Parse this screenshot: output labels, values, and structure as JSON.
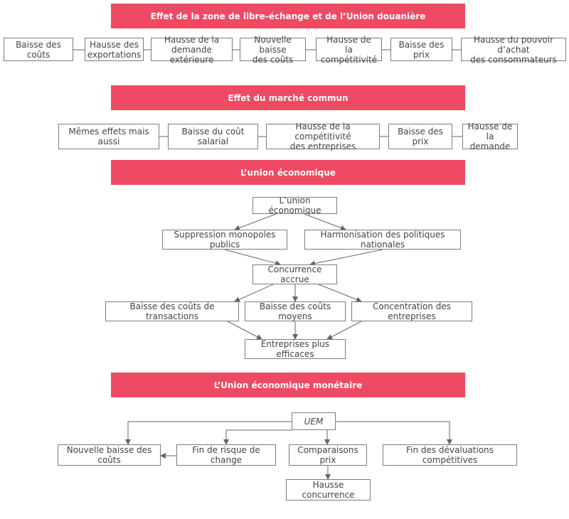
{
  "sections": [
    {
      "title": "Effet de la zone de libre-échange et de l’Union douanière",
      "nodes": [
        "Baisse des coûts",
        "Hausse des\nexportations",
        "Hausse de la\ndemande extérieure",
        "Nouvelle baisse\ndes coûts",
        "Hausse de\nla compétitivité",
        "Baisse des prix",
        "Hausse du pouvoir d’achat\ndes consommateurs"
      ]
    },
    {
      "title": "Effet du marché commun",
      "nodes": [
        "Mêmes effets mais aussi",
        "Baisse du coût salarial",
        "Hausse de la compétitivité\ndes entreprises",
        "Baisse des prix",
        "Hausse de\nla demande"
      ]
    },
    {
      "title": "L’union économique",
      "nodes": {
        "root": "L’union économique",
        "left": "Suppression monopoles publics",
        "right": "Harmonisation des politiques nationales",
        "mid": "Concurrence accrue",
        "c1": "Baisse des coûts de transactions",
        "c2": "Baisse des coûts moyens",
        "c3": "Concentration des entreprises",
        "result": "Entreprises plus efficaces"
      }
    },
    {
      "title": "L’Union économique monétaire",
      "nodes": {
        "root": "UEM",
        "a": "Nouvelle baisse des coûts",
        "b": "Fin de risque de change",
        "c": "Comparaisons prix",
        "d": "Fin des dévaluations compétitives",
        "e": "Hausse concurrence"
      }
    }
  ],
  "colors": {
    "banner": "#ef4a63",
    "banner_text": "#ffffff",
    "box_border": "#7d7d7d",
    "box_text": "#444444",
    "arrow": "#666666"
  }
}
